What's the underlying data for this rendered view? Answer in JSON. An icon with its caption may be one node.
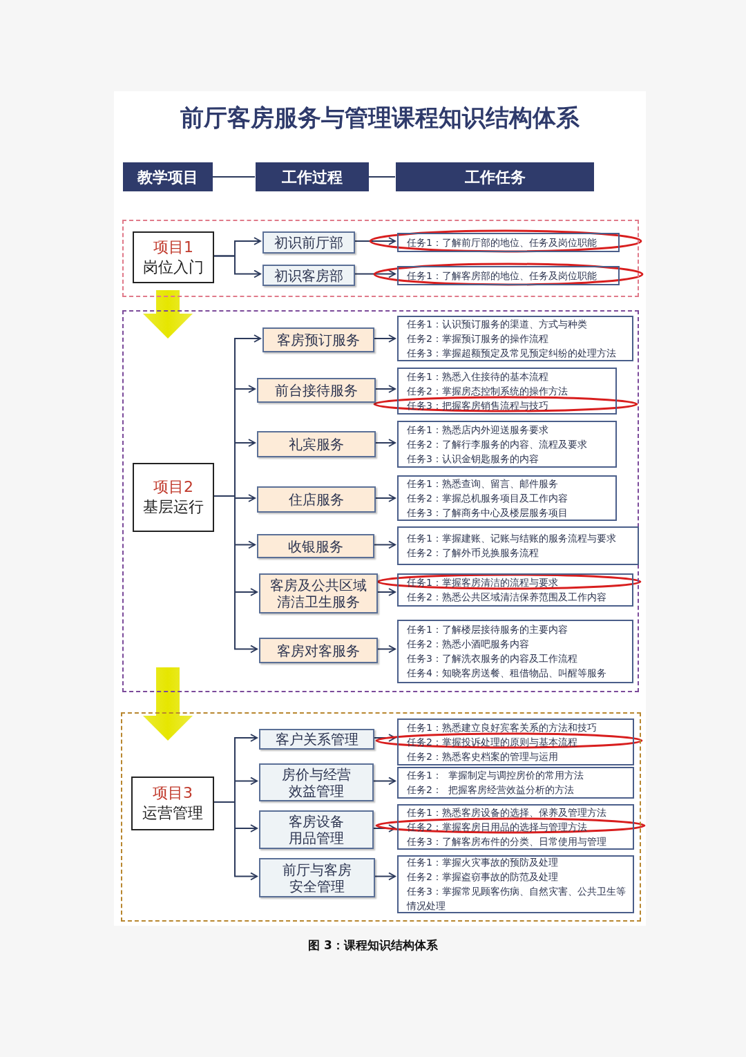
{
  "diagram": {
    "title": "前厅客房服务与管理课程知识结构体系",
    "caption": "图 3：课程知识结构体系",
    "nodes": [
      {
        "text": [
          "教学项目"
        ]
      },
      {
        "text": [
          "工作过程"
        ]
      },
      {
        "text": [
          "工作任务"
        ]
      },
      {
        "text": [],
        "shape": "box"
      },
      {
        "text": [
          "项目1",
          "岗位入门"
        ],
        "in": 3
      },
      {
        "text": [
          "初识前厅部"
        ],
        "in": 3
      },
      {
        "text": [
          "初识客房部"
        ],
        "in": 3
      },
      {
        "text": [
          "任务1：了解前厅部的地位、任务及岗位职能"
        ],
        "in": 3
      },
      {
        "text": [
          "任务1：了解客房部的地位、任务及岗位职能"
        ],
        "in": 3
      },
      {
        "text": [],
        "shape": "box"
      },
      {
        "text": [
          "项目2",
          "基层运行"
        ],
        "in": 9
      },
      {
        "text": [
          "客房预订服务"
        ],
        "in": 9
      },
      {
        "text": [
          "前台接待服务"
        ],
        "in": 9
      },
      {
        "text": [
          "礼宾服务"
        ],
        "in": 9
      },
      {
        "text": [
          "住店服务"
        ],
        "in": 9
      },
      {
        "text": [
          "收银服务"
        ],
        "in": 9
      },
      {
        "text": [
          "客房及公共区域清洁卫生服务"
        ],
        "in": 9
      },
      {
        "text": [
          "客房对客服务"
        ],
        "in": 9
      },
      {
        "text": [
          "任务1：认识预订服务的渠道、方式与种类",
          "任务2：掌握预订服务的操作流程",
          "任务3：掌握超额预定及常见预定纠纷的处理方法"
        ],
        "in": 9
      },
      {
        "text": [
          "任务1：熟悉入住接待的基本流程",
          "任务2：掌握房态控制系统的操作方法",
          "任务3：把握客房销售流程与技巧"
        ],
        "in": 9
      },
      {
        "text": [
          "任务1：熟悉店内外迎送服务要求",
          "任务2：了解行李服务的内容、流程及要求",
          "任务3：认识金钥匙服务的内容"
        ],
        "in": 9
      },
      {
        "text": [
          "任务1：熟悉查询、留言、邮件服务",
          "任务2：掌握总机服务项目及工作内容",
          "任务3：了解商务中心及楼层服务项目"
        ],
        "in": 9
      },
      {
        "text": [
          "任务1：掌握建账、记账与结账的服务流程与要求",
          "任务2：了解外币兑换服务流程"
        ],
        "in": 9
      },
      {
        "text": [
          "任务1：掌握客房清洁的流程与要求",
          "任务2：熟悉公共区域清洁保养范围及工作内容"
        ],
        "in": 9
      },
      {
        "text": [
          "任务1：了解楼层接待服务的主要内容",
          "任务2：熟悉小酒吧服务内容",
          "任务3：了解洗衣服务的内容及工作流程",
          "任务4：知晓客房送餐、租借物品、叫醒等服务"
        ],
        "in": 9
      },
      {
        "text": [],
        "shape": "box"
      },
      {
        "text": [
          "项目3",
          "运营管理"
        ],
        "in": 25
      },
      {
        "text": [
          "客户关系管理"
        ],
        "in": 25
      },
      {
        "text": [
          "房价与经营效益管理"
        ],
        "in": 25
      },
      {
        "text": [
          "客房设备用品管理"
        ],
        "in": 25
      },
      {
        "text": [
          "前厅与客房安全管理"
        ],
        "in": 25
      },
      {
        "text": [
          "任务1：熟悉建立良好宾客关系的方法和技巧",
          "任务2：掌握投诉处理的原则与基本流程",
          "任务2：熟悉客史档案的管理与运用"
        ],
        "in": 25
      },
      {
        "text": [
          "任务1：  掌握制定与调控房价的常用方法",
          "任务2：  把握客房经营效益分析的方法"
        ],
        "in": 25
      },
      {
        "text": [
          "任务1：熟悉客房设备的选择、保养及管理方法",
          "任务2：掌握客房日用品的选择与管理方法",
          "任务3：了解客房布件的分类、日常使用与管理"
        ],
        "in": 25
      },
      {
        "text": [
          "任务1：掌握火灾事故的预防及处理",
          "任务2：掌握盗窃事故的防范及处理",
          "任务3：掌握常见顾客伤病、自然灾害、公共卫生等情况处理"
        ],
        "in": 25
      }
    ],
    "edges": [
      {
        "from": 0,
        "to": 1,
        "arrow": "none"
      },
      {
        "from": 1,
        "to": 2,
        "arrow": "none"
      },
      {
        "from": 4,
        "to": 5,
        "arrow": "to"
      },
      {
        "from": 4,
        "to": 6,
        "arrow": "to"
      },
      {
        "from": 5,
        "to": 7,
        "arrow": "to"
      },
      {
        "from": 6,
        "to": 8,
        "arrow": "to"
      },
      {
        "from": 3,
        "to": 9,
        "arrow": "to",
        "style": "thick",
        "color": "#e6e600"
      },
      {
        "from": 10,
        "to": 11,
        "arrow": "to"
      },
      {
        "from": 10,
        "to": 12,
        "arrow": "to"
      },
      {
        "from": 10,
        "to": 13,
        "arrow": "to"
      },
      {
        "from": 10,
        "to": 14,
        "arrow": "to"
      },
      {
        "from": 10,
        "to": 15,
        "arrow": "to"
      },
      {
        "from": 10,
        "to": 16,
        "arrow": "to"
      },
      {
        "from": 10,
        "to": 17,
        "arrow": "to"
      },
      {
        "from": 11,
        "to": 18,
        "arrow": "to"
      },
      {
        "from": 12,
        "to": 19,
        "arrow": "to"
      },
      {
        "from": 13,
        "to": 20,
        "arrow": "to"
      },
      {
        "from": 14,
        "to": 21,
        "arrow": "to"
      },
      {
        "from": 15,
        "to": 22,
        "arrow": "to"
      },
      {
        "from": 16,
        "to": 23,
        "arrow": "to"
      },
      {
        "from": 17,
        "to": 24,
        "arrow": "to"
      },
      {
        "from": 9,
        "to": 25,
        "arrow": "to",
        "style": "thick",
        "color": "#e6e600"
      },
      {
        "from": 26,
        "to": 27,
        "arrow": "to"
      },
      {
        "from": 26,
        "to": 28,
        "arrow": "to"
      },
      {
        "from": 26,
        "to": 29,
        "arrow": "to"
      },
      {
        "from": 26,
        "to": 30,
        "arrow": "to"
      },
      {
        "from": 27,
        "to": 31,
        "arrow": "to"
      },
      {
        "from": 28,
        "to": 32,
        "arrow": "to"
      },
      {
        "from": 29,
        "to": 33,
        "arrow": "to"
      },
      {
        "from": 30,
        "to": 34,
        "arrow": "to"
      }
    ]
  }
}
